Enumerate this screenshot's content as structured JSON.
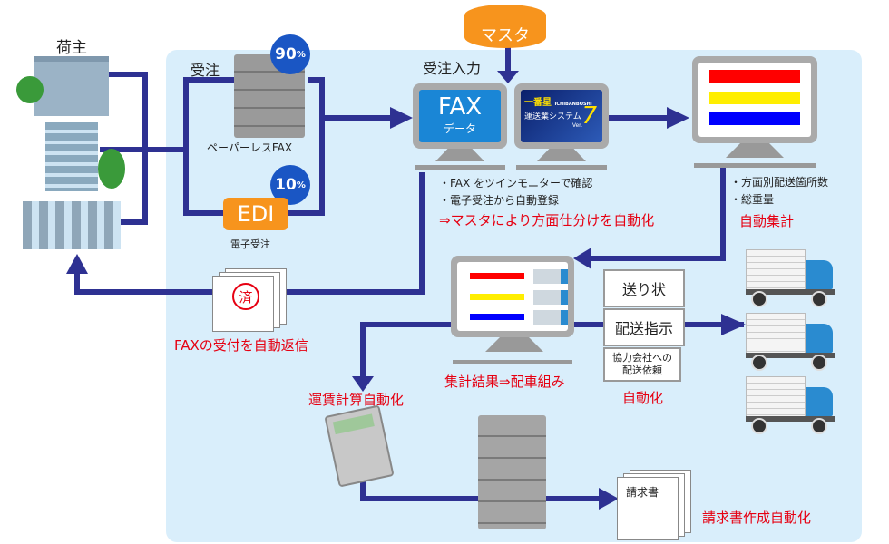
{
  "shipper_label": "荷主",
  "order_label": "受注",
  "paperless_fax": {
    "label": "ペーパーレスFAX",
    "percent": "90",
    "unit": "%"
  },
  "edi": {
    "label": "EDI",
    "sub_label": "電子受注",
    "percent": "10",
    "unit": "%"
  },
  "master": {
    "label": "マスタ"
  },
  "order_input": {
    "label": "受注入力",
    "fax_screen": {
      "title": "FAX",
      "subtitle": "データ"
    },
    "system_screen": {
      "brand": "一番星",
      "brand_en": "ICHIBANBOSHI",
      "name": "運送業システム",
      "version_prefix": "Ver.",
      "version": "7"
    },
    "bullets": [
      "・FAX をツインモニターで確認",
      "・電子受注から自動登録"
    ],
    "highlight": "⇒マスタにより方面仕分けを自動化"
  },
  "aggregation": {
    "bullets": [
      "・方面別配送箇所数",
      "・総重量"
    ],
    "highlight": "自動集計"
  },
  "dispatch": {
    "label": "集計結果⇒配車組み"
  },
  "documents": {
    "items": [
      "送り状",
      "配送指示",
      "協力会社への配送依頼"
    ],
    "highlight": "自動化"
  },
  "fax_reply": {
    "stamp": "済",
    "label": "FAXの受付を自動返信"
  },
  "freight_calc": {
    "label": "運賃計算自動化"
  },
  "invoice": {
    "doc_label": "請求書",
    "label": "請求書作成自動化"
  },
  "colors": {
    "arrow": "#2e3192",
    "panel": "#d9eefb",
    "accent_red": "#e60012",
    "orange": "#f7941d",
    "badge_blue": "#1a56c4"
  }
}
